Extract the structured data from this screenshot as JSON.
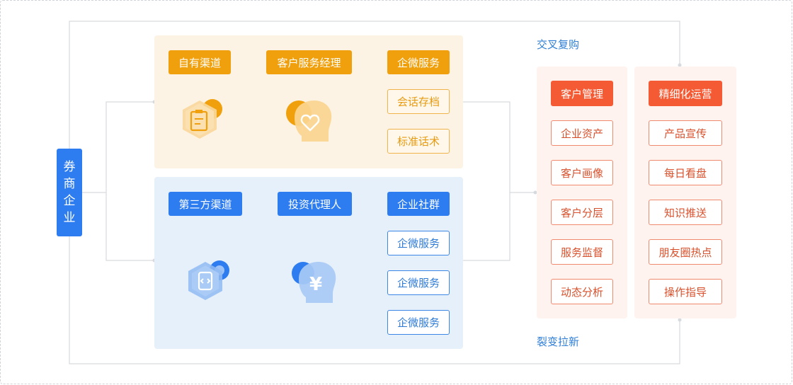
{
  "left_entity": {
    "label": "券商企业"
  },
  "top_group": {
    "chain": [
      "自有渠道",
      "客户服务经理",
      "企微服务"
    ],
    "services": [
      "会话存档",
      "标准话术"
    ],
    "icons": [
      "clipboard-hexagon-icon",
      "heart-head-icon"
    ]
  },
  "bottom_group": {
    "chain": [
      "第三方渠道",
      "投资代理人",
      "企业社群"
    ],
    "services": [
      "企微服务",
      "企微服务",
      "企微服务"
    ],
    "icons": [
      "code-hexagon-icon",
      "yen-head-icon"
    ]
  },
  "loop_labels": {
    "top": "交叉复购",
    "bottom": "裂变拉新"
  },
  "customer_column": {
    "header": "客户管理",
    "items": [
      "企业资产",
      "客户画像",
      "客户分层",
      "服务监督",
      "动态分析"
    ]
  },
  "operations_column": {
    "header": "精细化运营",
    "items": [
      "产品宣传",
      "每日看盘",
      "知识推送",
      "朋友圈热点",
      "操作指导"
    ]
  },
  "colors": {
    "orange": "#f0a00c",
    "blue": "#2e7df0",
    "red": "#f45a33",
    "panel_orange": "#fdf3e4",
    "panel_blue": "#e6f0fb",
    "panel_red": "#fef3ee"
  }
}
